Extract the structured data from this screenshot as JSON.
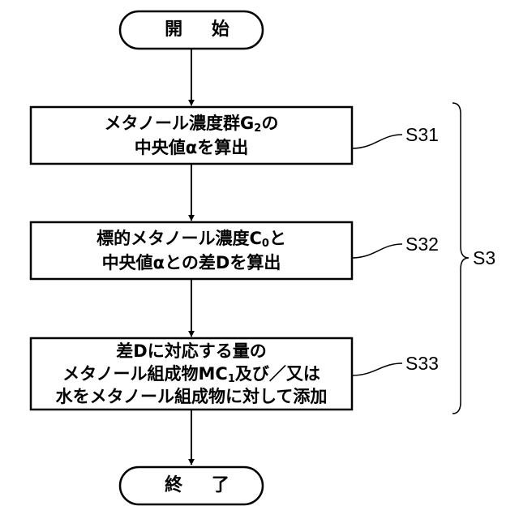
{
  "start": {
    "label": "開 始"
  },
  "steps": [
    {
      "ref": "S31",
      "lines": [
        {
          "pre": "メタノール濃度群G",
          "sub": "2",
          "post": "の"
        },
        {
          "pre": "中央値αを算出"
        }
      ]
    },
    {
      "ref": "S32",
      "lines": [
        {
          "pre": "標的メタノール濃度C",
          "sub": "0",
          "post": "と"
        },
        {
          "pre": "中央値αとの差Dを算出"
        }
      ]
    },
    {
      "ref": "S33",
      "lines": [
        {
          "pre": "差Dに対応する量の"
        },
        {
          "pre": "メタノール組成物MC",
          "sub": "1",
          "post": "及び／又は"
        },
        {
          "pre": "水をメタノール組成物に対して添加"
        }
      ]
    }
  ],
  "group": {
    "ref": "S3"
  },
  "end": {
    "label": "終 了"
  },
  "colors": {
    "stroke": "#000000",
    "background": "#ffffff"
  }
}
